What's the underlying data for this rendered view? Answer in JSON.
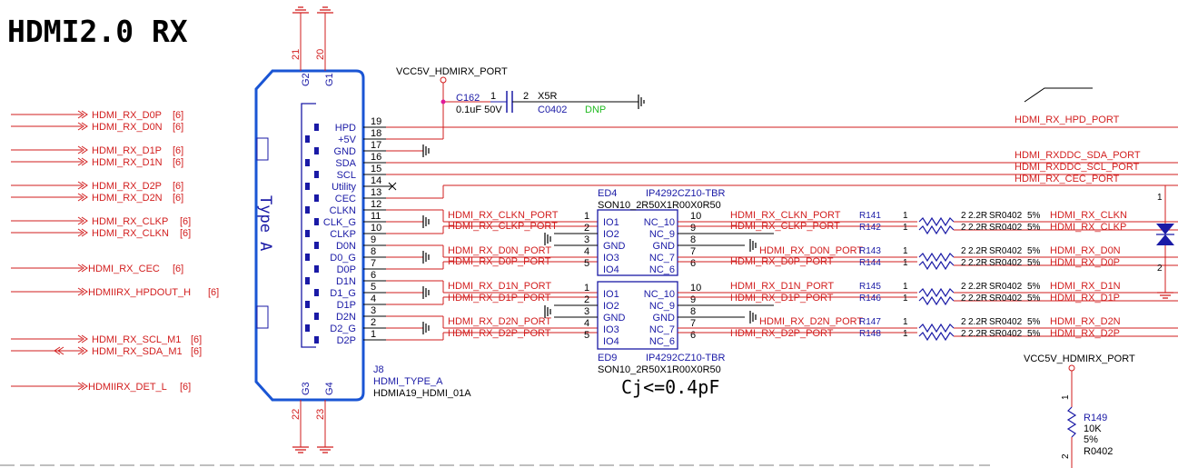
{
  "title": "HDMI2.0 RX",
  "left_nets": [
    {
      "name": "HDMI_RX_D0P",
      "ref": "[6]"
    },
    {
      "name": "HDMI_RX_D0N",
      "ref": "[6]"
    },
    {
      "name": "HDMI_RX_D1P",
      "ref": "[6]"
    },
    {
      "name": "HDMI_RX_D1N",
      "ref": "[6]"
    },
    {
      "name": "HDMI_RX_D2P",
      "ref": "[6]"
    },
    {
      "name": "HDMI_RX_D2N",
      "ref": "[6]"
    },
    {
      "name": "HDMI_RX_CLKP",
      "ref": "[6]"
    },
    {
      "name": "HDMI_RX_CLKN",
      "ref": "[6]"
    },
    {
      "name": "HDMI_RX_CEC",
      "ref": "[6]"
    },
    {
      "name": "HDMIIRX_HPDOUT_H",
      "ref": "[6]"
    },
    {
      "name": "HDMI_RX_SCL_M1",
      "ref": "[6]"
    },
    {
      "name": "HDMI_RX_SDA_M1",
      "ref": "[6]"
    },
    {
      "name": "HDMIIRX_DET_L",
      "ref": "[6]"
    }
  ],
  "connector": {
    "refdes": "J8",
    "value": "HDMI_TYPE_A",
    "footprint": "HDMIA19_HDMI_01A",
    "type_label": "Type A",
    "shell_top": [
      {
        "pin": "21",
        "name": "G2"
      },
      {
        "pin": "20",
        "name": "G1"
      }
    ],
    "shell_bottom": [
      {
        "pin": "22",
        "name": "G3"
      },
      {
        "pin": "23",
        "name": "G4"
      }
    ],
    "pins": [
      {
        "name": "HPD",
        "num": "19"
      },
      {
        "name": "+5V",
        "num": "18"
      },
      {
        "name": "GND",
        "num": "17"
      },
      {
        "name": "SDA",
        "num": "16"
      },
      {
        "name": "SCL",
        "num": "15"
      },
      {
        "name": "Utility",
        "num": "14"
      },
      {
        "name": "CEC",
        "num": "13"
      },
      {
        "name": "CLKN",
        "num": "12"
      },
      {
        "name": "CLK_G",
        "num": "11"
      },
      {
        "name": "CLKP",
        "num": "10"
      },
      {
        "name": "D0N",
        "num": "9"
      },
      {
        "name": "D0_G",
        "num": "8"
      },
      {
        "name": "D0P",
        "num": "7"
      },
      {
        "name": "D1N",
        "num": "6"
      },
      {
        "name": "D1_G",
        "num": "5"
      },
      {
        "name": "D1P",
        "num": "4"
      },
      {
        "name": "D2N",
        "num": "3"
      },
      {
        "name": "D2_G",
        "num": "2"
      },
      {
        "name": "D2P",
        "num": "1"
      }
    ]
  },
  "cap": {
    "power": "VCC5V_HDMIRX_PORT",
    "refdes": "C162",
    "value": "0.1uF 50V",
    "pin1": "1",
    "pin2": "2",
    "dielectric": "X5R",
    "package": "C0402",
    "dnp": "DNP"
  },
  "right_nets": {
    "hpd": "HDMI_RX_HPD_PORT",
    "sda": "HDMI_RXDDC_SDA_PORT",
    "scl": "HDMI_RXDDC_SCL_PORT",
    "cec": "HDMI_RX_CEC_PORT"
  },
  "esd": [
    {
      "refdes": "ED4",
      "part": "IP4292CZ10-TBR",
      "pkg": "SON10_2R50X1R00X0R50",
      "left_pins": [
        {
          "name": "IO1",
          "num": "1"
        },
        {
          "name": "IO2",
          "num": "2"
        },
        {
          "name": "GND",
          "num": "3"
        },
        {
          "name": "IO3",
          "num": "4"
        },
        {
          "name": "IO4",
          "num": "5"
        }
      ],
      "right_pins": [
        {
          "name": "NC_10",
          "num": "10"
        },
        {
          "name": "NC_9",
          "num": "9"
        },
        {
          "name": "GND",
          "num": "8"
        },
        {
          "name": "NC_7",
          "num": "7"
        },
        {
          "name": "NC_6",
          "num": "6"
        }
      ],
      "left_nets": [
        "HDMI_RX_CLKN_PORT",
        "HDMI_RX_CLKP_PORT",
        "HDMI_RX_D0N_PORT",
        "HDMI_RX_D0P_PORT"
      ],
      "right_nets": [
        "HDMI_RX_CLKN_PORT",
        "HDMI_RX_CLKP_PORT",
        "HDMI_RX_D0N_PORT",
        "HDMI_RX_D0P_PORT"
      ]
    },
    {
      "refdes": "ED9",
      "part": "IP4292CZ10-TBR",
      "pkg": "SON10_2R50X1R00X0R50",
      "left_pins": [
        {
          "name": "IO1",
          "num": "1"
        },
        {
          "name": "IO2",
          "num": "2"
        },
        {
          "name": "GND",
          "num": "3"
        },
        {
          "name": "IO3",
          "num": "4"
        },
        {
          "name": "IO4",
          "num": "5"
        }
      ],
      "right_pins": [
        {
          "name": "NC_10",
          "num": "10"
        },
        {
          "name": "NC_9",
          "num": "9"
        },
        {
          "name": "GND",
          "num": "8"
        },
        {
          "name": "NC_7",
          "num": "7"
        },
        {
          "name": "NC_6",
          "num": "6"
        }
      ],
      "left_nets": [
        "HDMI_RX_D1N_PORT",
        "HDMI_RX_D1P_PORT",
        "HDMI_RX_D2N_PORT",
        "HDMI_RX_D2P_PORT"
      ],
      "right_nets": [
        "HDMI_RX_D1N_PORT",
        "HDMI_RX_D1P_PORT",
        "HDMI_RX_D2N_PORT",
        "HDMI_RX_D2P_PORT"
      ]
    }
  ],
  "cj_note": "Cj<=0.4pF",
  "resistors": [
    {
      "refdes": "R141",
      "p1": "1",
      "p2": "2",
      "value": "2.2R",
      "pkg": "SR0402",
      "tol": "5%",
      "net": "HDMI_RX_CLKN"
    },
    {
      "refdes": "R142",
      "p1": "1",
      "p2": "2",
      "value": "2.2R",
      "pkg": "SR0402",
      "tol": "5%",
      "net": "HDMI_RX_CLKP"
    },
    {
      "refdes": "R143",
      "p1": "1",
      "p2": "2",
      "value": "2.2R",
      "pkg": "SR0402",
      "tol": "5%",
      "net": "HDMI_RX_D0N"
    },
    {
      "refdes": "R144",
      "p1": "1",
      "p2": "2",
      "value": "2.2R",
      "pkg": "SR0402",
      "tol": "5%",
      "net": "HDMI_RX_D0P"
    },
    {
      "refdes": "R145",
      "p1": "1",
      "p2": "2",
      "value": "2.2R",
      "pkg": "SR0402",
      "tol": "5%",
      "net": "HDMI_RX_D1N"
    },
    {
      "refdes": "R146",
      "p1": "1",
      "p2": "2",
      "value": "2.2R",
      "pkg": "SR0402",
      "tol": "5%",
      "net": "HDMI_RX_D1P"
    },
    {
      "refdes": "R147",
      "p1": "1",
      "p2": "2",
      "value": "2.2R",
      "pkg": "SR0402",
      "tol": "5%",
      "net": "HDMI_RX_D2N"
    },
    {
      "refdes": "R148",
      "p1": "1",
      "p2": "2",
      "value": "2.2R",
      "pkg": "SR0402",
      "tol": "5%",
      "net": "HDMI_RX_D2P"
    }
  ],
  "diode": {
    "pin1": "1",
    "pin2": "2"
  },
  "r149": {
    "power": "VCC5V_HDMIRX_PORT",
    "refdes": "R149",
    "value": "10K",
    "tol": "5%",
    "pkg": "R0402",
    "pin1": "1",
    "pin2": "2"
  }
}
